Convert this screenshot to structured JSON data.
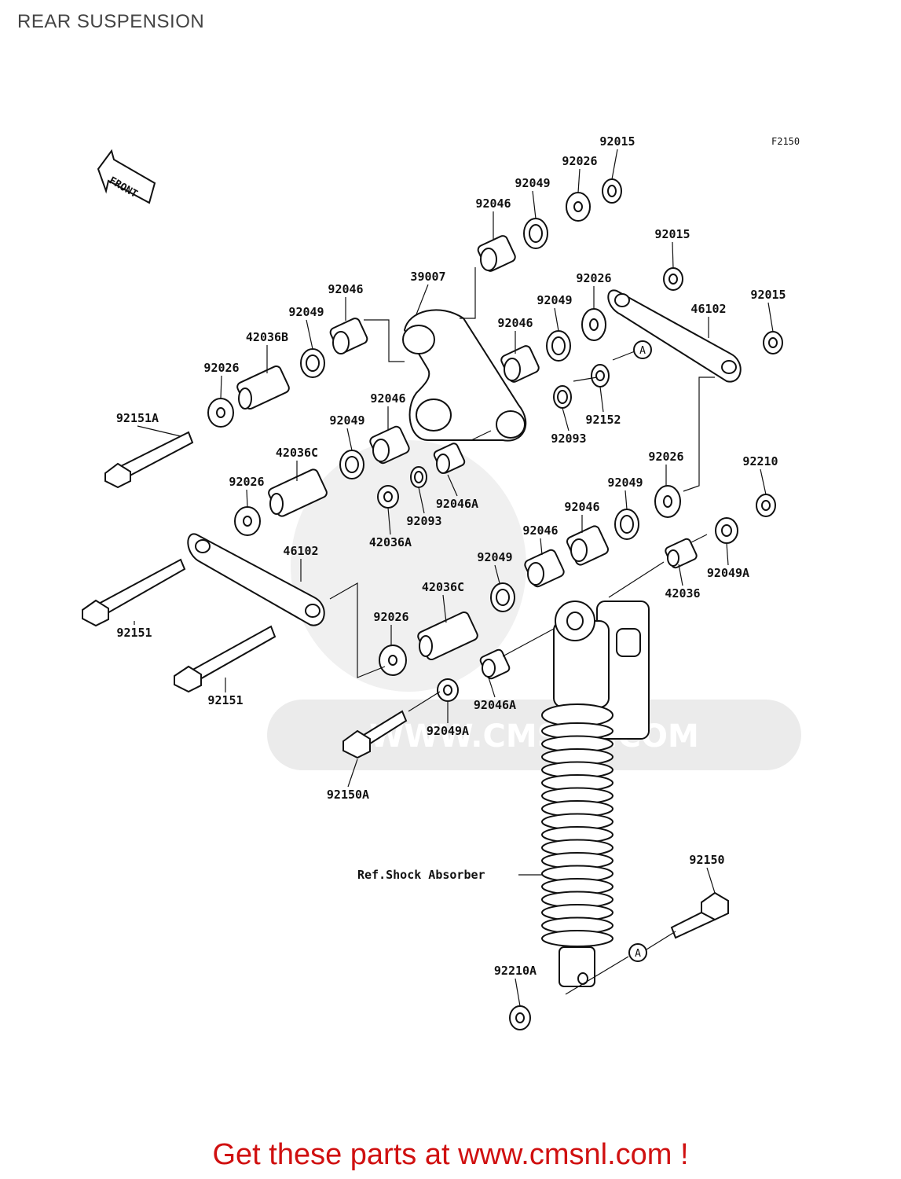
{
  "title": "REAR SUSPENSION",
  "figure_code": "F2150",
  "front_label": "FRONT",
  "watermark": "WWW.CMSNL.COM",
  "footer": "Get these parts at www.cmsnl.com !",
  "ref_label": "Ref.Shock Absorber",
  "callout_letter": "A",
  "colors": {
    "promo": "#d01010",
    "line": "#111111",
    "watermark": "#e6e6e6"
  },
  "parts": [
    {
      "id": "p01",
      "num": "92015"
    },
    {
      "id": "p02",
      "num": "92026"
    },
    {
      "id": "p03",
      "num": "92049"
    },
    {
      "id": "p04",
      "num": "92046"
    },
    {
      "id": "p05",
      "num": "92015"
    },
    {
      "id": "p06",
      "num": "92026"
    },
    {
      "id": "p07",
      "num": "92015"
    },
    {
      "id": "p08",
      "num": "39007"
    },
    {
      "id": "p09",
      "num": "92046"
    },
    {
      "id": "p10",
      "num": "92049"
    },
    {
      "id": "p11",
      "num": "46102"
    },
    {
      "id": "p12",
      "num": "42036B"
    },
    {
      "id": "p13",
      "num": "92049"
    },
    {
      "id": "p14",
      "num": "92046"
    },
    {
      "id": "p15",
      "num": "92026"
    },
    {
      "id": "p16",
      "num": "92151A"
    },
    {
      "id": "p17",
      "num": "92046"
    },
    {
      "id": "p18",
      "num": "92152"
    },
    {
      "id": "p19",
      "num": "92049"
    },
    {
      "id": "p20",
      "num": "92093"
    },
    {
      "id": "p21",
      "num": "42036C"
    },
    {
      "id": "p22",
      "num": "92026"
    },
    {
      "id": "p23",
      "num": "92210"
    },
    {
      "id": "p24",
      "num": "92026"
    },
    {
      "id": "p25",
      "num": "92093"
    },
    {
      "id": "p26",
      "num": "92046A"
    },
    {
      "id": "p27",
      "num": "92049"
    },
    {
      "id": "p28",
      "num": "42036A"
    },
    {
      "id": "p29",
      "num": "92046"
    },
    {
      "id": "p30",
      "num": "46102"
    },
    {
      "id": "p31",
      "num": "92046"
    },
    {
      "id": "p32",
      "num": "92049"
    },
    {
      "id": "p33",
      "num": "42036"
    },
    {
      "id": "p34",
      "num": "92049A"
    },
    {
      "id": "p35",
      "num": "42036C"
    },
    {
      "id": "p36",
      "num": "92151"
    },
    {
      "id": "p37",
      "num": "92026"
    },
    {
      "id": "p38",
      "num": "92151"
    },
    {
      "id": "p39",
      "num": "92046A"
    },
    {
      "id": "p40",
      "num": "92049A"
    },
    {
      "id": "p41",
      "num": "92150A"
    },
    {
      "id": "p42",
      "num": "92150"
    },
    {
      "id": "p43",
      "num": "92210A"
    }
  ]
}
